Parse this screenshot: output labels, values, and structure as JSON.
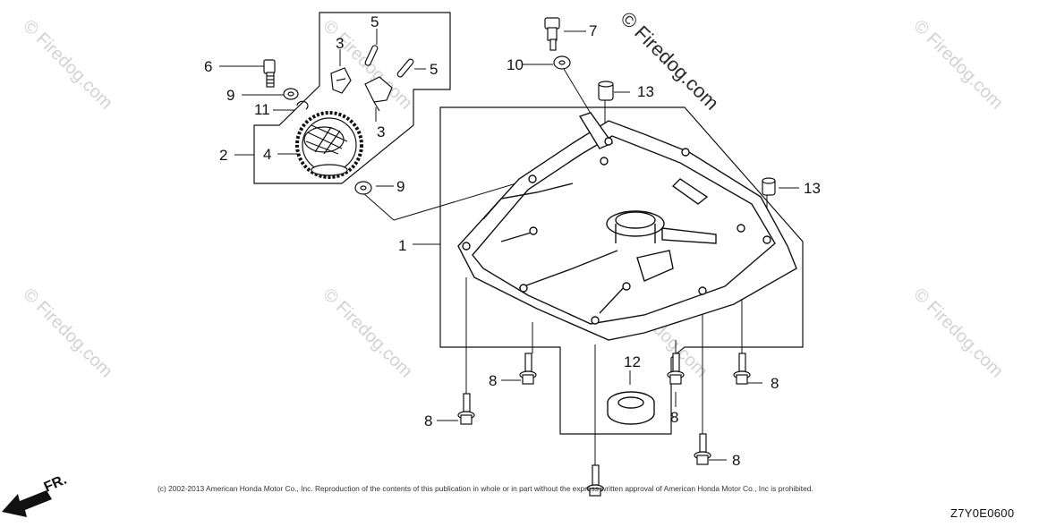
{
  "watermark": {
    "symbol": "©",
    "text": "Firedog.com"
  },
  "callouts": {
    "c1": "1",
    "c2": "2",
    "c3a": "3",
    "c3b": "3",
    "c4": "4",
    "c5a": "5",
    "c5b": "5",
    "c6": "6",
    "c7": "7",
    "c8a": "8",
    "c8b": "8",
    "c8c": "8",
    "c8d": "8",
    "c8e": "8",
    "c9a": "9",
    "c9b": "9",
    "c10": "10",
    "c11": "11",
    "c12": "12",
    "c13a": "13",
    "c13b": "13"
  },
  "direction_label": "FR.",
  "copyright": "(c) 2002-2013 American Honda Motor Co., Inc. Reproduction of the contents of this publication in whole or in part without the express written approval of American Honda Motor Co., Inc is prohibited.",
  "diagram_code": "Z7Y0E0600",
  "colors": {
    "line": "#111111",
    "watermark": "#d2d2d2",
    "background": "#ffffff"
  }
}
